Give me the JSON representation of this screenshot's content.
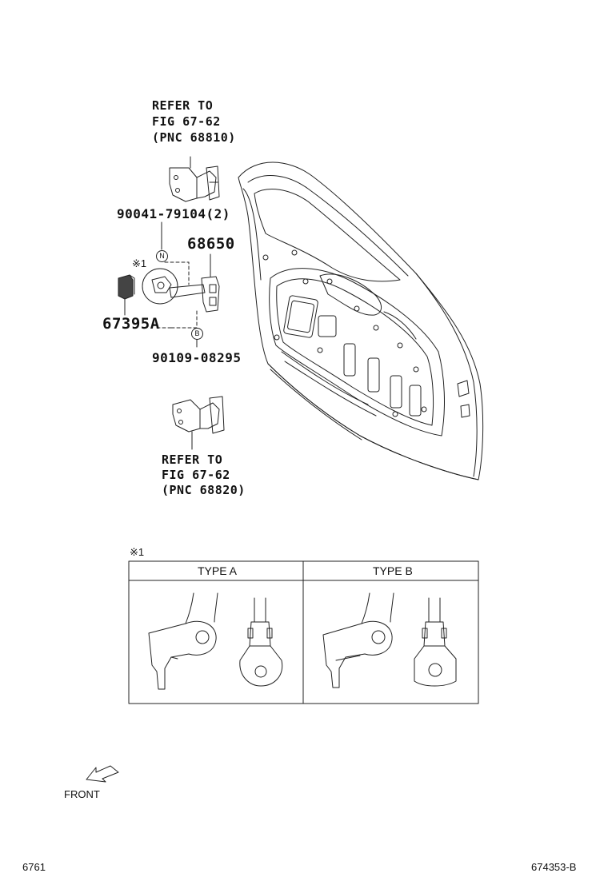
{
  "upper_ref": {
    "line1": "REFER TO",
    "line2": "FIG 67-62",
    "line3": "(PNC 68810)"
  },
  "lower_ref": {
    "line1": "REFER TO",
    "line2": "FIG 67-62",
    "line3": "(PNC 68820)"
  },
  "parts": {
    "bolt": "90041-79104(2)",
    "checker": "68650",
    "bracket": "67395A",
    "screw": "90109-08295",
    "note_mark": "※1",
    "bolt_circle": "N",
    "screw_circle": "B"
  },
  "type_table": {
    "note_mark": "※1",
    "col_a": "TYPE A",
    "col_b": "TYPE B"
  },
  "front_label": "FRONT",
  "page_code": "6761",
  "figure_code": "674353-B"
}
